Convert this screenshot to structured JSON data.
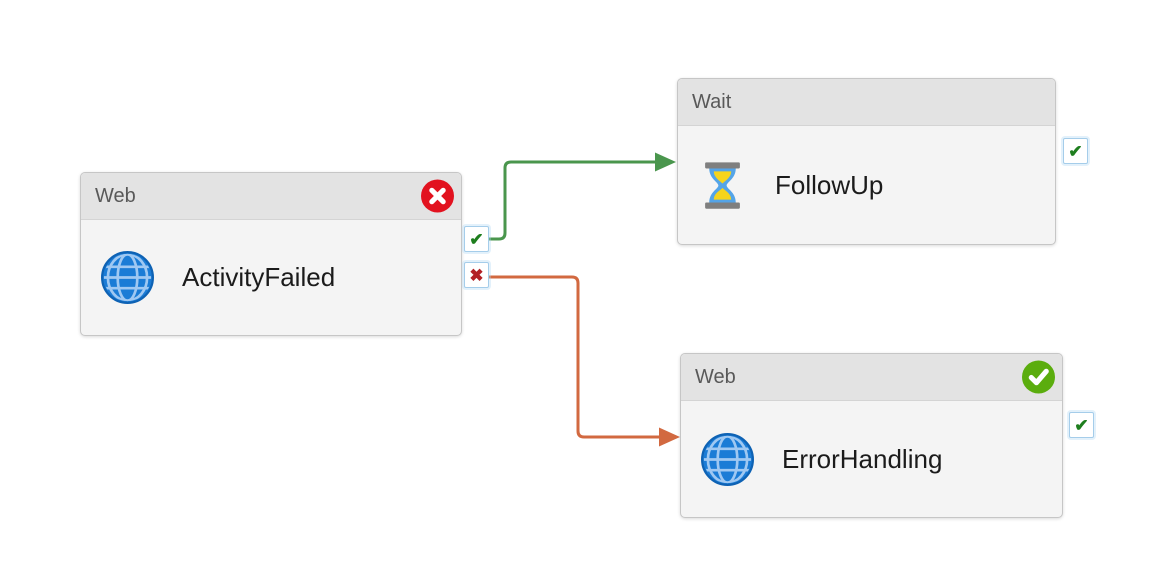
{
  "canvas": {
    "background_color": "#ffffff"
  },
  "colors": {
    "node_header_bg": "#e3e3e3",
    "node_body_bg": "#f4f4f4",
    "node_border": "#c6c6c6",
    "header_text": "#595959",
    "title_text": "#1b1b1b",
    "edge_success": "#4a964d",
    "edge_failure": "#d26940",
    "badge_failed_bg": "#e2121f",
    "badge_succeeded_bg": "#5bad0e",
    "port_border": "#a5cdea",
    "port_check": "#1e7e1e",
    "port_cross": "#b32025",
    "globe_fill": "#1b7cd6",
    "globe_grid": "#9fc8f2",
    "hourglass_frame": "#7f7f7f",
    "hourglass_glass": "#54a4e8",
    "hourglass_sand": "#f6d41c"
  },
  "nodes": [
    {
      "type_label": "Web",
      "name": "ActivityFailed",
      "icon": "globe-icon",
      "status_badge": "failed",
      "ports": [
        {
          "kind": "success",
          "glyph": "✔"
        },
        {
          "kind": "failure",
          "glyph": "✖"
        }
      ]
    },
    {
      "type_label": "Wait",
      "name": "FollowUp",
      "icon": "hourglass-icon",
      "status_badge": "",
      "ports": [
        {
          "kind": "success",
          "glyph": "✔"
        }
      ]
    },
    {
      "type_label": "Web",
      "name": "ErrorHandling",
      "icon": "globe-icon",
      "status_badge": "succeeded",
      "ports": [
        {
          "kind": "success",
          "glyph": "✔"
        }
      ]
    }
  ],
  "edges": [
    {
      "from": "ActivityFailed",
      "from_port": "success",
      "to": "FollowUp",
      "color": "#4a964d"
    },
    {
      "from": "ActivityFailed",
      "from_port": "failure",
      "to": "ErrorHandling",
      "color": "#d26940"
    }
  ]
}
